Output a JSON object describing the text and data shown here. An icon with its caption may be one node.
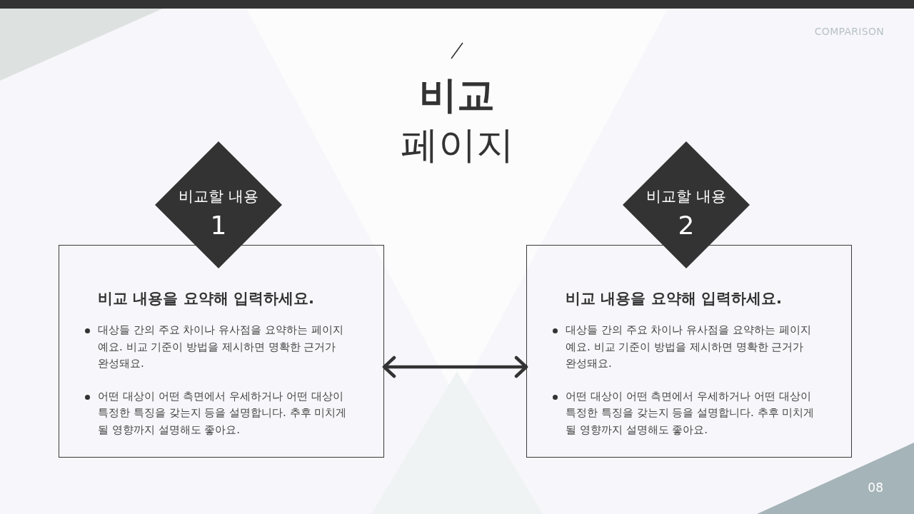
{
  "diagram": {
    "title": "**비교** 페이지",
    "nodes": [
      {
        "text": [
          "비교할 내용",
          "1"
        ]
      },
      {
        "text": [
          "비교 내용을 요약해 입력하세요.",
          "대상들 간의 주요 차이나 유사점을 요약하는 페이지예요. 비교 기준이 방법을 제시하면 명확한 근거가 완성돼요.",
          "어떤 대상이 어떤 측면에서 우세하거나 어떤 대상이 특정한 특징을 갖는지 등을 설명합니다. 추후 미치게 될 영향까지 설명해도 좋아요."
        ]
      },
      {
        "text": [
          "비교할 내용",
          "2"
        ]
      },
      {
        "text": [
          "비교 내용을 요약해 입력하세요.",
          "대상들 간의 주요 차이나 유사점을 요약하는 페이지예요. 비교 기준이 방법을 제시하면 명확한 근거가 완성돼요.",
          "어떤 대상이 어떤 측면에서 우세하거나 어떤 대상이 특정한 특징을 갖는지 등을 설명합니다. 추후 미치게 될 영향까지 설명해도 좋아요."
        ]
      }
    ],
    "edges": [
      {
        "from": 1,
        "to": 3,
        "arrow": "both"
      }
    ],
    "labels": [
      "COMPARISON",
      "08"
    ]
  }
}
